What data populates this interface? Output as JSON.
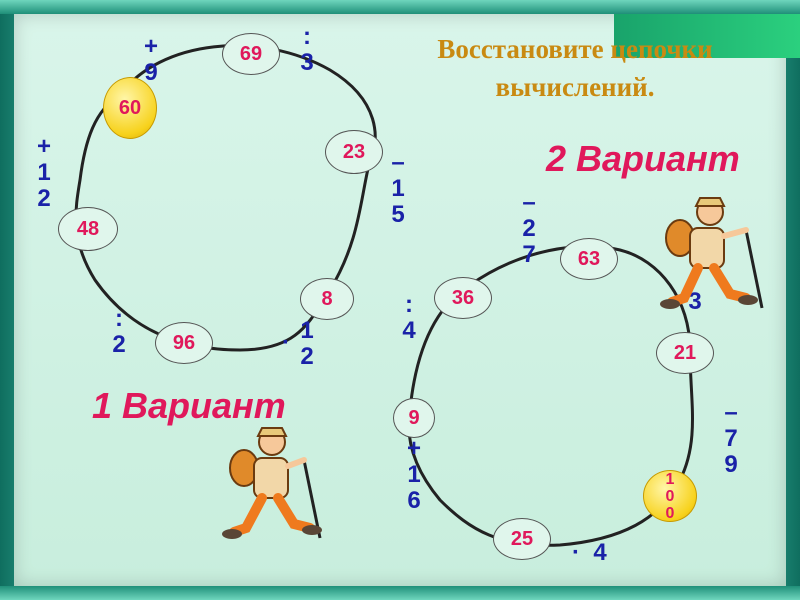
{
  "title": "Восстановите цепочки вычислений.",
  "variant1": {
    "label": "1 Вариант",
    "nodes": {
      "n60": "60",
      "n69": "69",
      "n23": "23",
      "n8": "8",
      "n96": "96",
      "n48": "48"
    },
    "ops": {
      "plus9": "+\n9",
      "div3": ":\n3",
      "minus15": "–\n1\n5",
      "times12": "1\n2",
      "div2": ":\n2",
      "plus12": "+\n1\n2"
    }
  },
  "variant2": {
    "label": "2 Вариант",
    "nodes": {
      "n63": "63",
      "n21": "21",
      "n100": "1\n0\n0",
      "n25": "25",
      "n9": "9",
      "n36": "36"
    },
    "ops": {
      "minus27": "–\n2\n7",
      "op3": "3",
      "minus79": "–\n7\n9",
      "times4": "4",
      "plus16": "+\n1\n6",
      "div4": ":\n4"
    }
  },
  "colors": {
    "node_text": "#e0185b",
    "op_text": "#1a22a8",
    "title": "#c98a12",
    "variant": "#e0185b"
  }
}
